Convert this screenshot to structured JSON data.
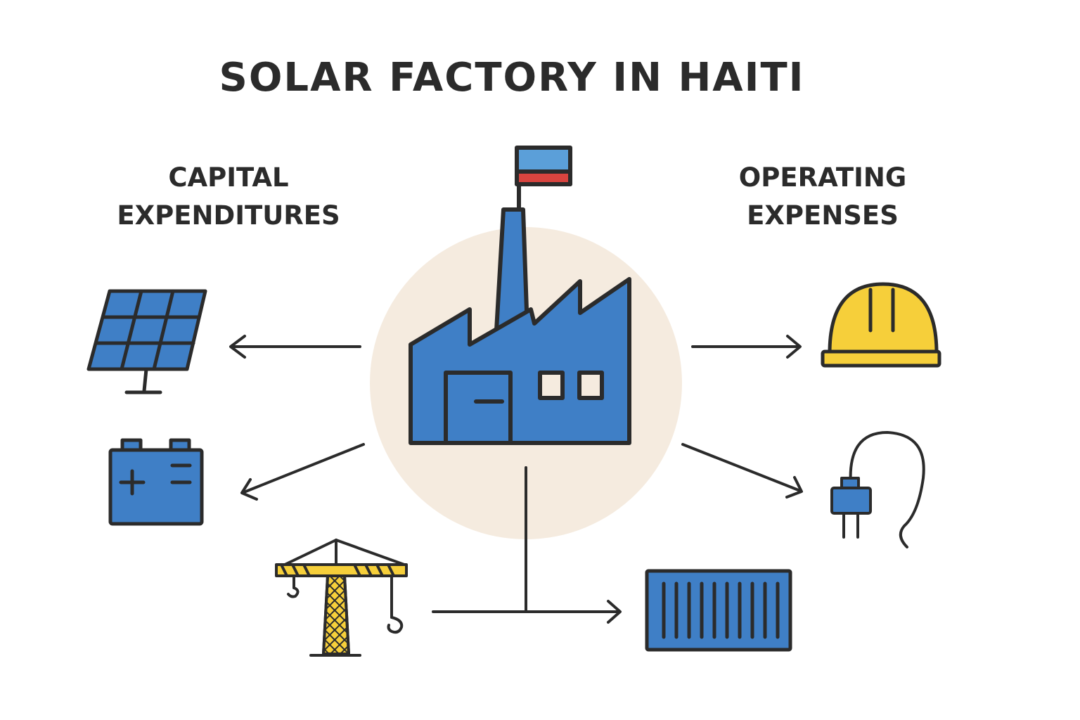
{
  "title": "SOLAR FACTORY IN HAITI",
  "capex": {
    "line1": "CAPITAL",
    "line2": "EXPENDITURES"
  },
  "opex": {
    "line1": "OPERATING",
    "line2": "EXPENSES"
  },
  "icons": {
    "center": "factory-icon",
    "capex_items": [
      "solar-panel-icon",
      "battery-icon",
      "crane-icon"
    ],
    "shared_item": "shipping-container-icon",
    "opex_items": [
      "hard-hat-icon",
      "power-plug-icon"
    ]
  },
  "colors": {
    "blue": "#3f7fc6",
    "yellow": "#f6cf3a",
    "red": "#d8443f",
    "circle": "#f5ebdf",
    "ink": "#2b2b2b"
  }
}
